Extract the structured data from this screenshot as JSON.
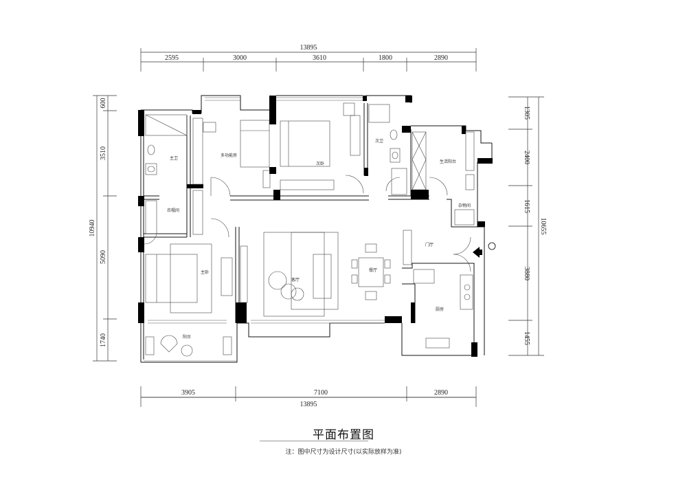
{
  "title": "平面布置图",
  "note": "注：图中尺寸为设计尺寸(以实际放样为准)",
  "dimensions": {
    "top_total": "13895",
    "top_segments": [
      "2595",
      "3000",
      "3610",
      "1800",
      "2890"
    ],
    "bottom_total": "13895",
    "bottom_segments": [
      "3905",
      "7100",
      "2890"
    ],
    "left_total": "10940",
    "left_segments": [
      "600",
      "3510",
      "5090",
      "1740"
    ],
    "right_total": "10655",
    "right_segments": [
      "1305",
      "2400",
      "1615",
      "3880",
      "1455"
    ]
  },
  "rooms": {
    "master_bath": "主卫",
    "multi_room": "多功能房",
    "second_bedroom": "次卧",
    "guest_bath": "次卫",
    "utility_balcony": "生活阳台",
    "cloakroom": "衣帽间",
    "storage": "杂物间",
    "master_bedroom": "主卧",
    "living_room": "客厅",
    "dining_room": "餐厅",
    "entrance": "门厅",
    "kitchen": "厨房",
    "balcony": "阳台"
  }
}
